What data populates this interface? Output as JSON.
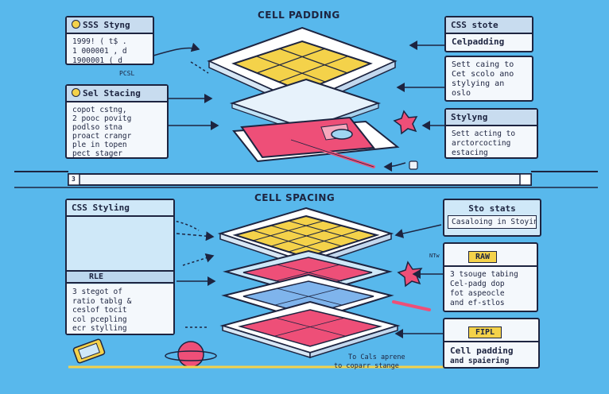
{
  "top": {
    "title": "CELL PADDING",
    "card_css_syntax": {
      "header": "SSS Styng",
      "lines": [
        "1999! ( t$ .",
        "1 000001 , d",
        "1900001 ( d"
      ],
      "footnote": "PCSL"
    },
    "card_set_spacing": {
      "header": "Sel Stacing",
      "lines": [
        "copot cstng,",
        "2 pooc povitg",
        "podlso stna",
        "proact crangr",
        "ple in topen",
        "pect stager"
      ]
    },
    "card_css_stote": {
      "header": "CSS stote",
      "value": "Celpadding"
    },
    "card_set_caing": {
      "lines": [
        "Sett caing to",
        "Cet scolo ano",
        "stylying an",
        "oslo"
      ]
    },
    "card_styling": {
      "header": "Stylyng",
      "lines": [
        "Sett acting to",
        "arctorcocting",
        "estacing"
      ]
    },
    "divider_label": "3"
  },
  "bottom": {
    "title": "CELL SPACING",
    "divider_label": "3",
    "card_css_styling": {
      "header": "CSS Styling",
      "subheader": "RLE",
      "lines": [
        "3  stegot of",
        "ratio tablg &",
        "ceslof tocit",
        "col pcepling",
        "ecr stylling"
      ]
    },
    "card_sto_stats": {
      "header": "Sto stats",
      "value": "Casaloing in Stoying"
    },
    "card_raw": {
      "tag": "RAW",
      "lines": [
        "3 tsouge tabing",
        "Cel-padg dop",
        "fot aspeocle",
        "and ef-stlos"
      ]
    },
    "card_fipl": {
      "tag": "FIPL",
      "lines": [
        "Cell padding",
        "and spaiering"
      ]
    },
    "caption": [
      "To Cals aprene",
      "to coparr stange"
    ],
    "mark": "NTw"
  },
  "colors": {
    "background": "#58b8ec",
    "yellow": "#f4d24a",
    "pink": "#ee4f78",
    "light_blue": "#cfe8f8",
    "ink": "#1d2440"
  }
}
